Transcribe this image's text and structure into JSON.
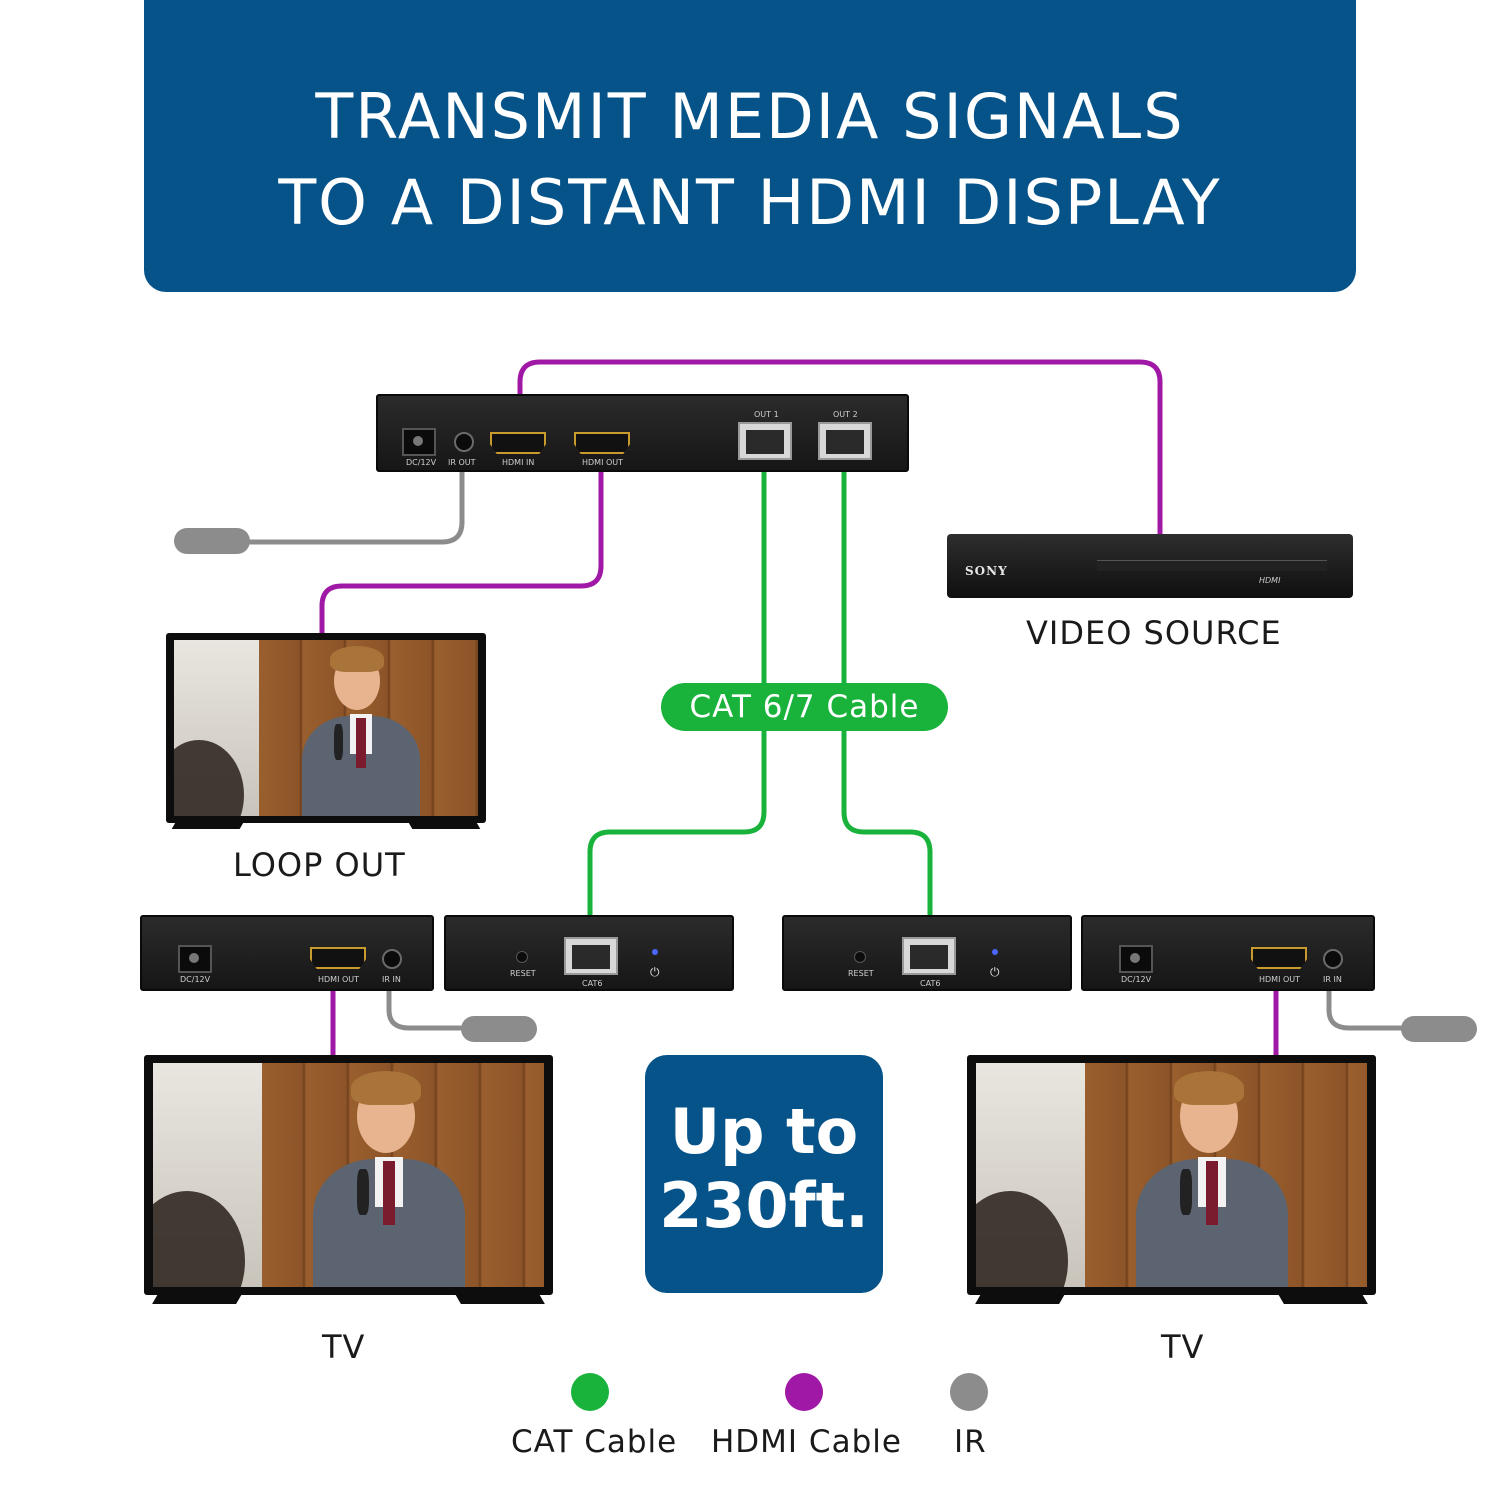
{
  "header": {
    "line1": "TRANSMIT MEDIA SIGNALS",
    "line2": "TO A DISTANT HDMI DISPLAY"
  },
  "colors": {
    "header_bg": "#06538a",
    "cat_cable": "#19b33c",
    "hdmi_cable": "#a018a6",
    "ir": "#8c8c8c"
  },
  "transmitter": {
    "ports": {
      "dc": "DC/12V",
      "ir_out": "IR OUT",
      "hdmi_in": "HDMI IN",
      "hdmi_out": "HDMI OUT",
      "out1": "OUT 1",
      "out2": "OUT 2"
    }
  },
  "source": {
    "label": "VIDEO SOURCE",
    "brand": "SONY",
    "hdmi_mark": "HDMI"
  },
  "loop_out": {
    "label": "LOOP OUT"
  },
  "cable_label": "CAT 6/7 Cable",
  "receiver_left": {
    "hdmi_side": {
      "dc": "DC/12V",
      "hdmi_out": "HDMI OUT",
      "ir_in": "IR IN"
    },
    "cat_side": {
      "reset": "RESET",
      "cat": "CAT6"
    }
  },
  "receiver_right": {
    "cat_side": {
      "reset": "RESET",
      "cat": "CAT6"
    },
    "hdmi_side": {
      "dc": "DC/12V",
      "hdmi_out": "HDMI OUT",
      "ir_in": "IR IN"
    }
  },
  "tv_left": {
    "label": "TV"
  },
  "tv_right": {
    "label": "TV"
  },
  "range": {
    "line1": "Up to",
    "line2": "230ft."
  },
  "legend": [
    {
      "label": "CAT Cable",
      "color": "#19b33c"
    },
    {
      "label": "HDMI Cable",
      "color": "#a018a6"
    },
    {
      "label": "IR",
      "color": "#8c8c8c"
    }
  ]
}
